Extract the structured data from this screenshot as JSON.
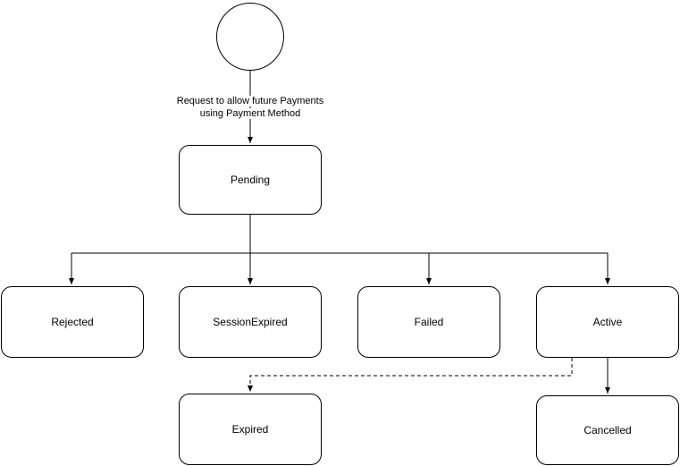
{
  "diagram": {
    "edge_label_lines": [
      "Request to allow future Payments",
      "using Payment Method"
    ],
    "nodes": {
      "pending": "Pending",
      "rejected": "Rejected",
      "session_expired": "SessionExpired",
      "failed": "Failed",
      "active": "Active",
      "expired": "Expired",
      "cancelled": "Cancelled"
    },
    "colors": {
      "background": "#ffffff",
      "node_fill": "#ffffff",
      "node_border": "#000000",
      "connector": "#000000",
      "text": "#000000"
    }
  }
}
